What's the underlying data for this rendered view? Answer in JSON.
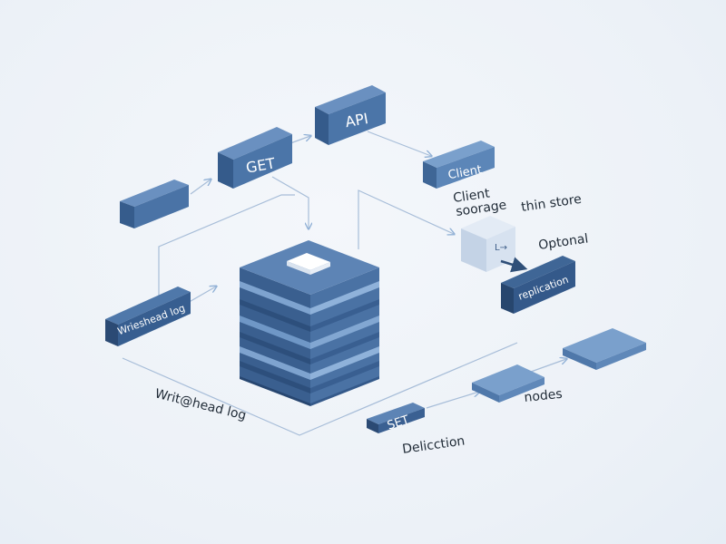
{
  "nodes": {
    "get": "GET",
    "api": "API",
    "client": "Client",
    "write_ahead_box": "Wrieshead log",
    "replication_box": "replication",
    "set": "SET"
  },
  "labels": {
    "client_storage_line1": "Client",
    "client_storage_line2": "soorage",
    "thin_store": "thin store",
    "optional": "Optonal",
    "write_ahead_free": "Writ@head log",
    "deliction": "Delicction",
    "nodes": "nodes"
  },
  "icons": {
    "cube_arrow": "L→"
  },
  "colors": {
    "box_top": "#5d84b5",
    "box_front": "#3f6696",
    "box_side": "#2f527e",
    "stack_light": "#7ea3cf",
    "connector": "#9db6d4",
    "arrow": "#8fb0d6"
  }
}
